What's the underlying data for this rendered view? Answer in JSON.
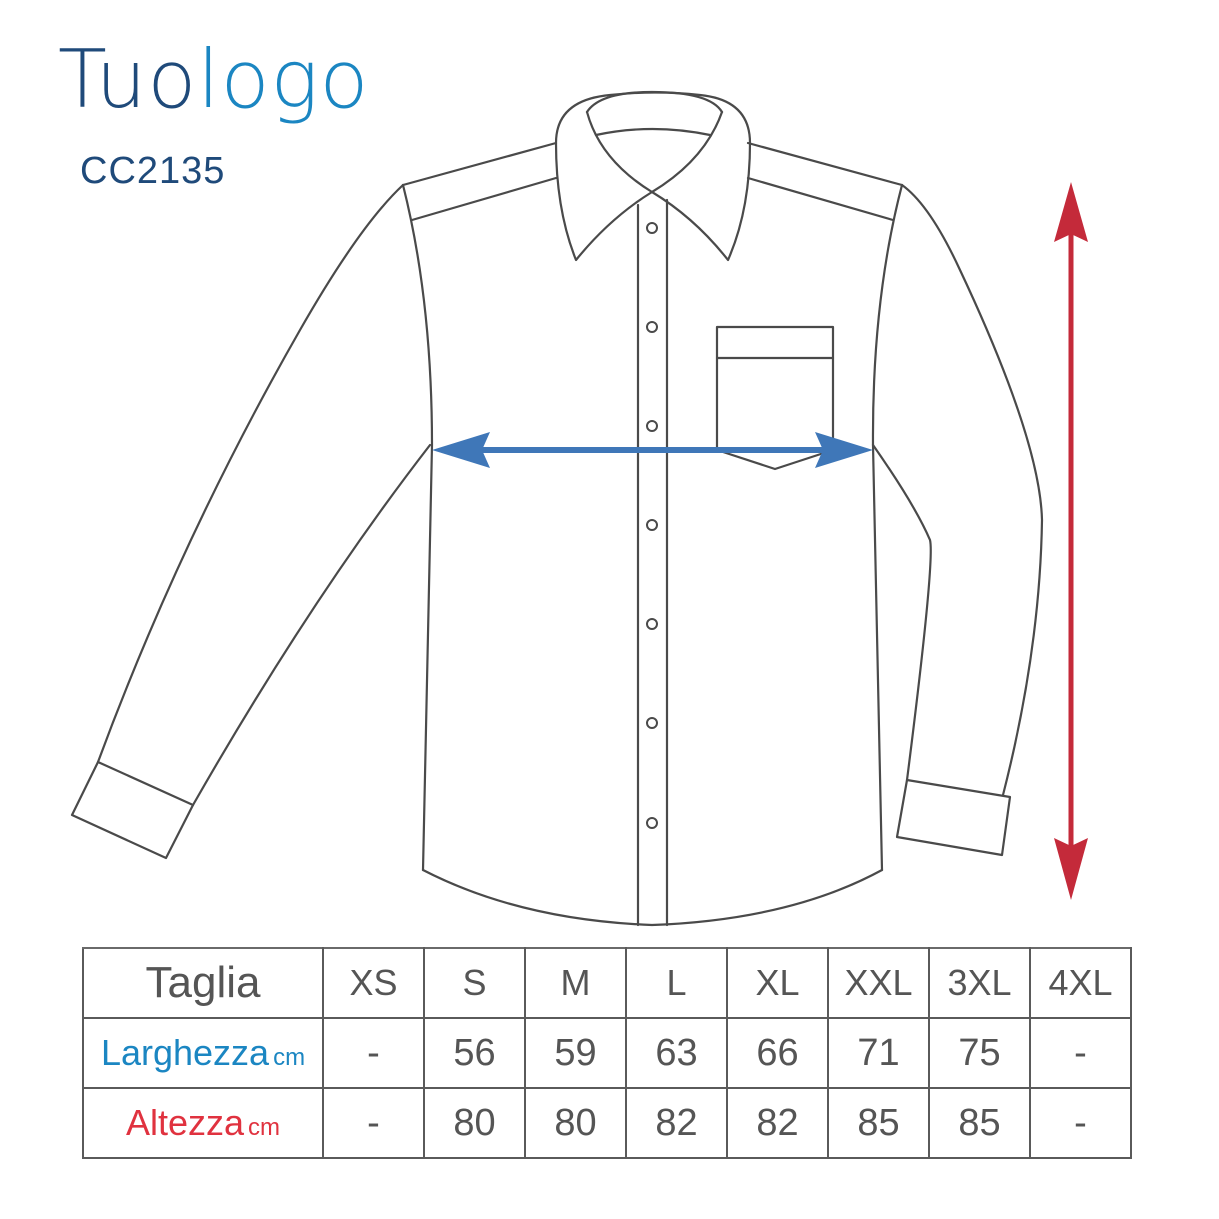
{
  "brand": {
    "logo_part_dark": "Tuo",
    "logo_part_light": "logo",
    "product_code": "CC2135",
    "colors": {
      "logo_dark": "#1f4a7a",
      "logo_light": "#1b86c2"
    }
  },
  "diagram": {
    "subject": "shirt-outline",
    "width_arrow": {
      "label": "Larghezza",
      "color": "#3f77b8",
      "orientation": "horizontal"
    },
    "height_arrow": {
      "label": "Altezza",
      "color": "#c42a3a",
      "orientation": "vertical"
    },
    "buttons_count": 7,
    "outline_color": "#4a4a4a"
  },
  "size_table": {
    "header_label": "Taglia",
    "sizes": [
      "XS",
      "S",
      "M",
      "L",
      "XL",
      "XXL",
      "3XL",
      "4XL"
    ],
    "rows": [
      {
        "label": "Larghezza",
        "unit": "cm",
        "color": "#1b86c2",
        "values": [
          "-",
          "56",
          "59",
          "63",
          "66",
          "71",
          "75",
          "-"
        ]
      },
      {
        "label": "Altezza",
        "unit": "cm",
        "color": "#e0323f",
        "values": [
          "-",
          "80",
          "80",
          "82",
          "82",
          "85",
          "85",
          "-"
        ]
      }
    ]
  }
}
